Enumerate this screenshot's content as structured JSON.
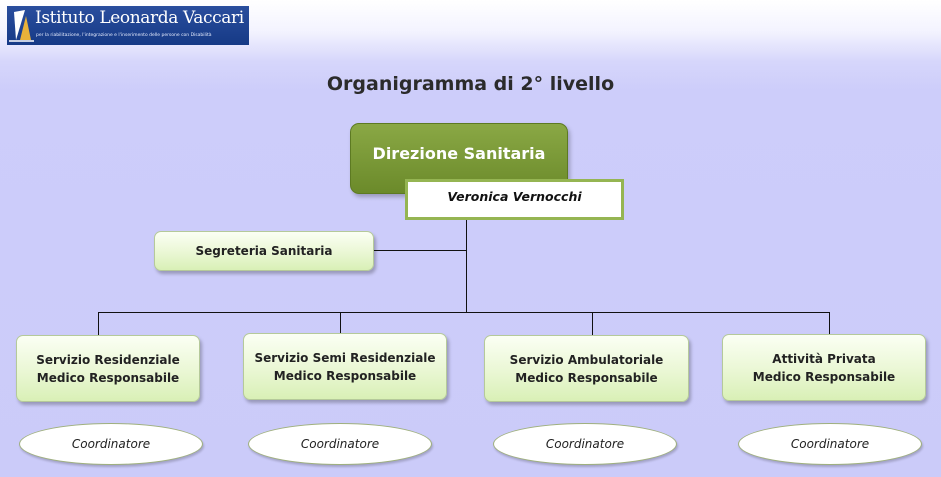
{
  "logo": {
    "name": "Istituto Leonarda Vaccari",
    "tagline": "per la riabilitazione, l'integrazione e l'inserimento delle persone con Disabilità"
  },
  "title": "Organigramma di 2° livello",
  "director": {
    "role": "Direzione Sanitaria",
    "name": "Veronica Vernocchi"
  },
  "secretary": "Segreteria Sanitaria",
  "services": [
    {
      "line1": "Servizio Residenziale",
      "line2": "Medico Responsabile",
      "coordinator": "Coordinatore"
    },
    {
      "line1": "Servizio Semi Residenziale",
      "line2": "Medico Responsabile",
      "coordinator": "Coordinatore"
    },
    {
      "line1": "Servizio Ambulatoriale",
      "line2": "Medico Responsabile",
      "coordinator": "Coordinatore"
    },
    {
      "line1": "Attività Privata",
      "line2": "Medico Responsabile",
      "coordinator": "Coordinatore"
    }
  ],
  "colors": {
    "director_fill": "#7a9a38",
    "person_border": "#95b552",
    "box_fill": "#e4f5c8",
    "background": "#cbcbf9"
  }
}
